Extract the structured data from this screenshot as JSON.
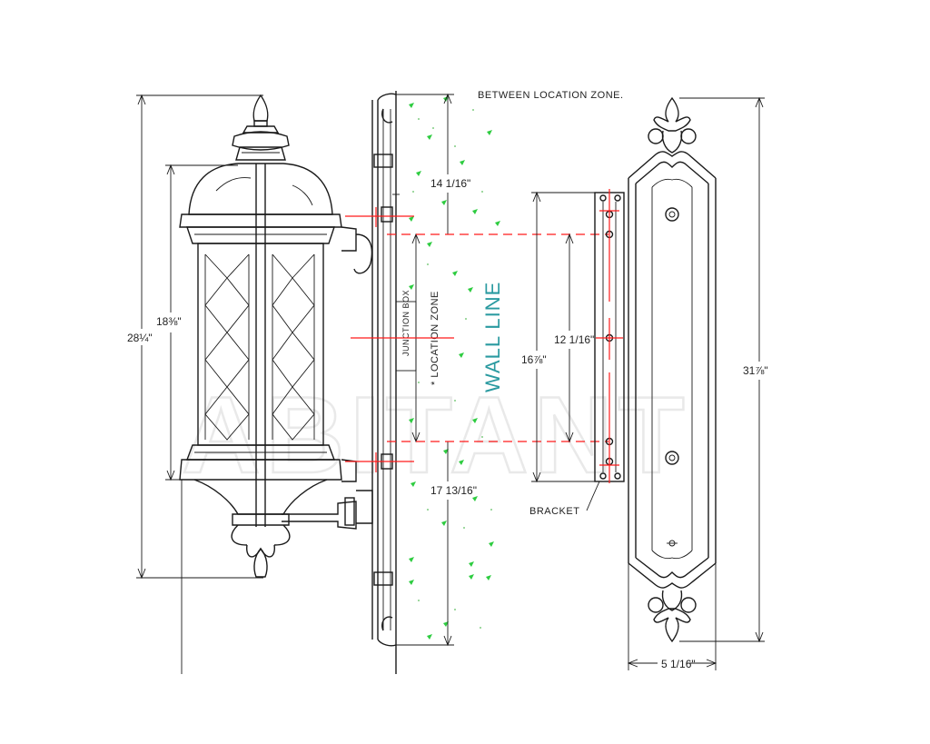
{
  "labels": {
    "between_zone": "BETWEEN LOCATION ZONE.",
    "wall_line": "WALL LINE",
    "junction_box": "JUNCTION BOX",
    "location_zone": "* LOCATION ZONE",
    "bracket": "BRACKET",
    "watermark": "ABITANT"
  },
  "dimensions": {
    "overall_height": "28¼\"",
    "glass_height": "18⅜\"",
    "top_zone": "14 1/16\"",
    "bottom_zone": "17 13/16\"",
    "bracket_height": "16⅞\"",
    "mount_spacing": "12 1/16\"",
    "backplate_height": "31⅞\"",
    "backplate_width": "5 1/16\""
  },
  "colors": {
    "line": "#1a1a1a",
    "centerline": "#ff1a1a",
    "wall_text": "#2a9aa0",
    "specks": "#2ecc40"
  }
}
